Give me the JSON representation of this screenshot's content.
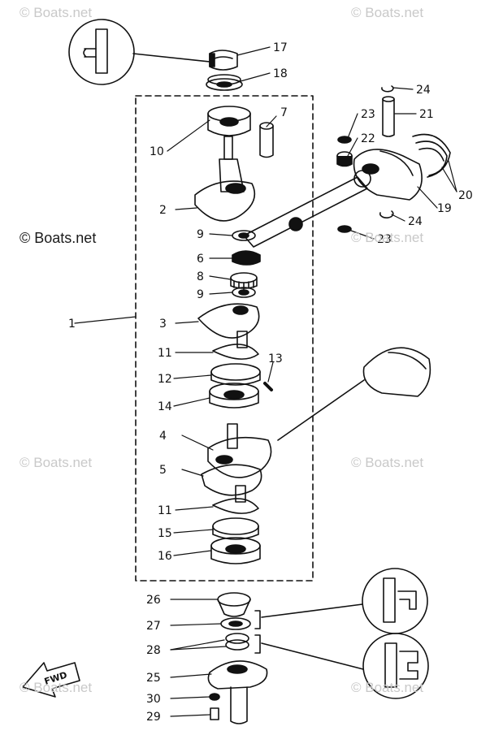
{
  "watermarks": {
    "top_left": "© Boats.net",
    "top_right": "© Boats.net",
    "mid_left": "© Boats.net",
    "mid_right": "© Boats.net",
    "lower_left": "© Boats.net",
    "lower_right": "© Boats.net",
    "bottom_left": "© Boats.net",
    "bottom_right": "© Boats.net"
  },
  "callouts": {
    "p1": "1",
    "p2": "2",
    "p3": "3",
    "p4": "4",
    "p5": "5",
    "p6": "6",
    "p7": "7",
    "p8": "8",
    "p9a": "9",
    "p9b": "9",
    "p10": "10",
    "p11a": "11",
    "p11b": "11",
    "p12": "12",
    "p13": "13",
    "p14": "14",
    "p15": "15",
    "p16": "16",
    "p17": "17",
    "p18": "18",
    "p19": "19",
    "p20": "20",
    "p21": "21",
    "p22": "22",
    "p23a": "23",
    "p23b": "23",
    "p24a": "24",
    "p24b": "24",
    "p25": "25",
    "p26": "26",
    "p27": "27",
    "p28": "28",
    "p29": "29",
    "p30": "30"
  },
  "direction_arrow": "FWD",
  "icons": [
    "detail-callout-icon",
    "fwd-arrow-icon"
  ]
}
